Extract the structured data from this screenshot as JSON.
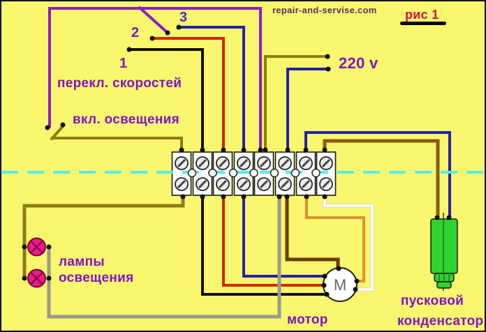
{
  "watermark": "repair-and-servise.com",
  "figure": {
    "label": "рис 1"
  },
  "labels": {
    "speed_3": "3",
    "speed_2": "2",
    "speed_1": "1",
    "speed_switch": "перекл. скоростей",
    "light_switch": "вкл. освещения",
    "voltage": "220 v",
    "lamps_line1": "лампы",
    "lamps_line2": "освещения",
    "motor": "мотор",
    "motor_letter": "M",
    "capacitor_line1": "пусковой",
    "capacitor_line2": "конденсатор"
  },
  "colors": {
    "background": "#f9f76d",
    "text_purple": "#8312c6",
    "text_indigo": "#4b2cc9",
    "text_crimson": "#d01050",
    "watermark": "#5a2f66",
    "wire_purple": "#8a1fc8",
    "wire_blue": "#2222aa",
    "wire_red": "#cc2a00",
    "wire_orange": "#e0903a",
    "wire_black": "#111111",
    "wire_olive": "#8f7d12",
    "wire_brown_dark": "#6b3c08",
    "wire_brown": "#8a5c12",
    "wire_gray": "#99998a",
    "wire_white": "#fffef2",
    "wire_white_casing": "#e2e2bc",
    "phase_line": "#55eded",
    "lamp_fill": "#ea1a8c",
    "lamp_cross": "#8c0a46",
    "lamp_border": "#6e0a38",
    "capacitor_green": "#2ed32e",
    "component_border": "#1a1a1a",
    "terminal_fill": "#ffffff",
    "screw_fill": "#ececec",
    "motor_letter": "#666666"
  }
}
